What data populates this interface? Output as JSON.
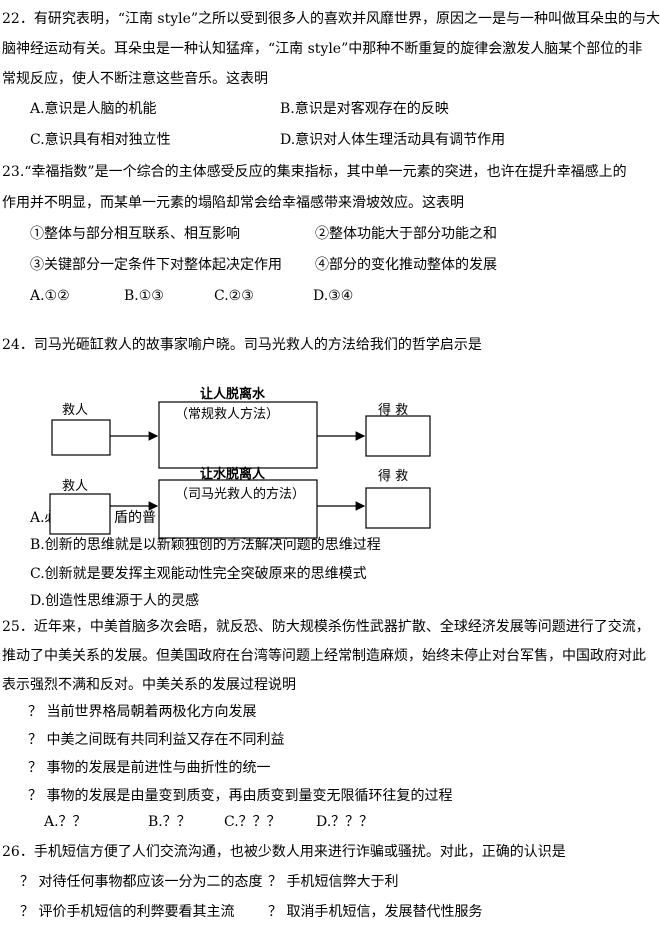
{
  "q22": {
    "line1": "22．有研究表明，“江南 style”之所以受到很多人的喜欢并风靡世界，原因之一是与一种叫做耳朵虫的与大",
    "line2": "脑神经运动有关。耳朵虫是一种认知猛痒，“江南 style”中那种不断重复的旋律会激发人脑某个部位的非",
    "line3": "常规反应，使人不断注意这些音乐。这表明",
    "optA": "A.意识是人脑的机能",
    "optB": "B.意识是对客观存在的反映",
    "optC": "C.意识具有相对独立性",
    "optD": "D.意识对人体生理活动具有调节作用"
  },
  "q23": {
    "line1": "23.“幸福指数”是一个综合的主体感受反应的集束指标，其中单一元素的突进，也许在提升幸福感上的",
    "line2": "作用并不明显，而某单一元素的塌陷却常会给幸福感带来滑坡效应。这表明",
    "s1": "①整体与部分相互联系、相互影响",
    "s2": "②整体功能大于部分功能之和",
    "s3": "③关键部分一定条件下对整体起决定作用",
    "s4": "④部分的变化推动整体的发展",
    "optA": "A.①②",
    "optB": "B.①③",
    "optC": "C.②③",
    "optD": "D.③④"
  },
  "q24": {
    "stem": "24．司马光砸缸救人的故事家喻户晓。司马光救人的方法给我们的哲学启示是",
    "diagram": {
      "top_label": "让人脱离水",
      "top_method": "（常规救人方法）",
      "mid_label": "让水脱离人",
      "bottom_method": "（司马光救人的方法）",
      "rescue_left_1": "救人",
      "rescue_left_2": "救人",
      "rescued_right_1": "得 救",
      "rescued_right_2": "得 救"
    },
    "optA_left": "A.必",
    "optA_right": "盾的普",
    "optB": "B.创新的思维就是以新颖独创的方法解决问题的思维过程",
    "optC": "C.创新就是要发挥主观能动性完全突破原来的思维模式",
    "optD": "D.创造性思维源于人的灵感"
  },
  "q25": {
    "line1": "25．近年来，中美首脑多次会晤，就反恐、防大规模杀伤性武器扩散、全球经济发展等问题进行了交流，",
    "line2": "推动了中美关系的发展。但美国政府在台湾等问题上经常制造麻烦，始终未停止对台军售，中国政府对此",
    "line3": "表示强烈不满和反对。中美关系的发展过程说明",
    "s1": "？ 当前世界格局朝着两极化方向发展",
    "s2": "？ 中美之间既有共同利益又存在不同利益",
    "s3": "？ 事物的发展是前进性与曲折性的统一",
    "s4": "？ 事物的发展是由量变到质变，再由质变到量变无限循环往复的过程",
    "optA": "A.？？",
    "optB": "B.？？",
    "optC": "C.？？？",
    "optD": "D.？？？"
  },
  "q26": {
    "line1": "26．手机短信方便了人们交流沟通，也被少数人用来进行诈骗或骚扰。对此，正确的认识是",
    "s1": "？ 对待任何事物都应该一分为二的态度",
    "s2": "？ 手机短信弊大于利",
    "s3": "？ 评价手机短信的利弊要看其主流",
    "s4": "？ 取消手机短信，发展替代性服务"
  }
}
